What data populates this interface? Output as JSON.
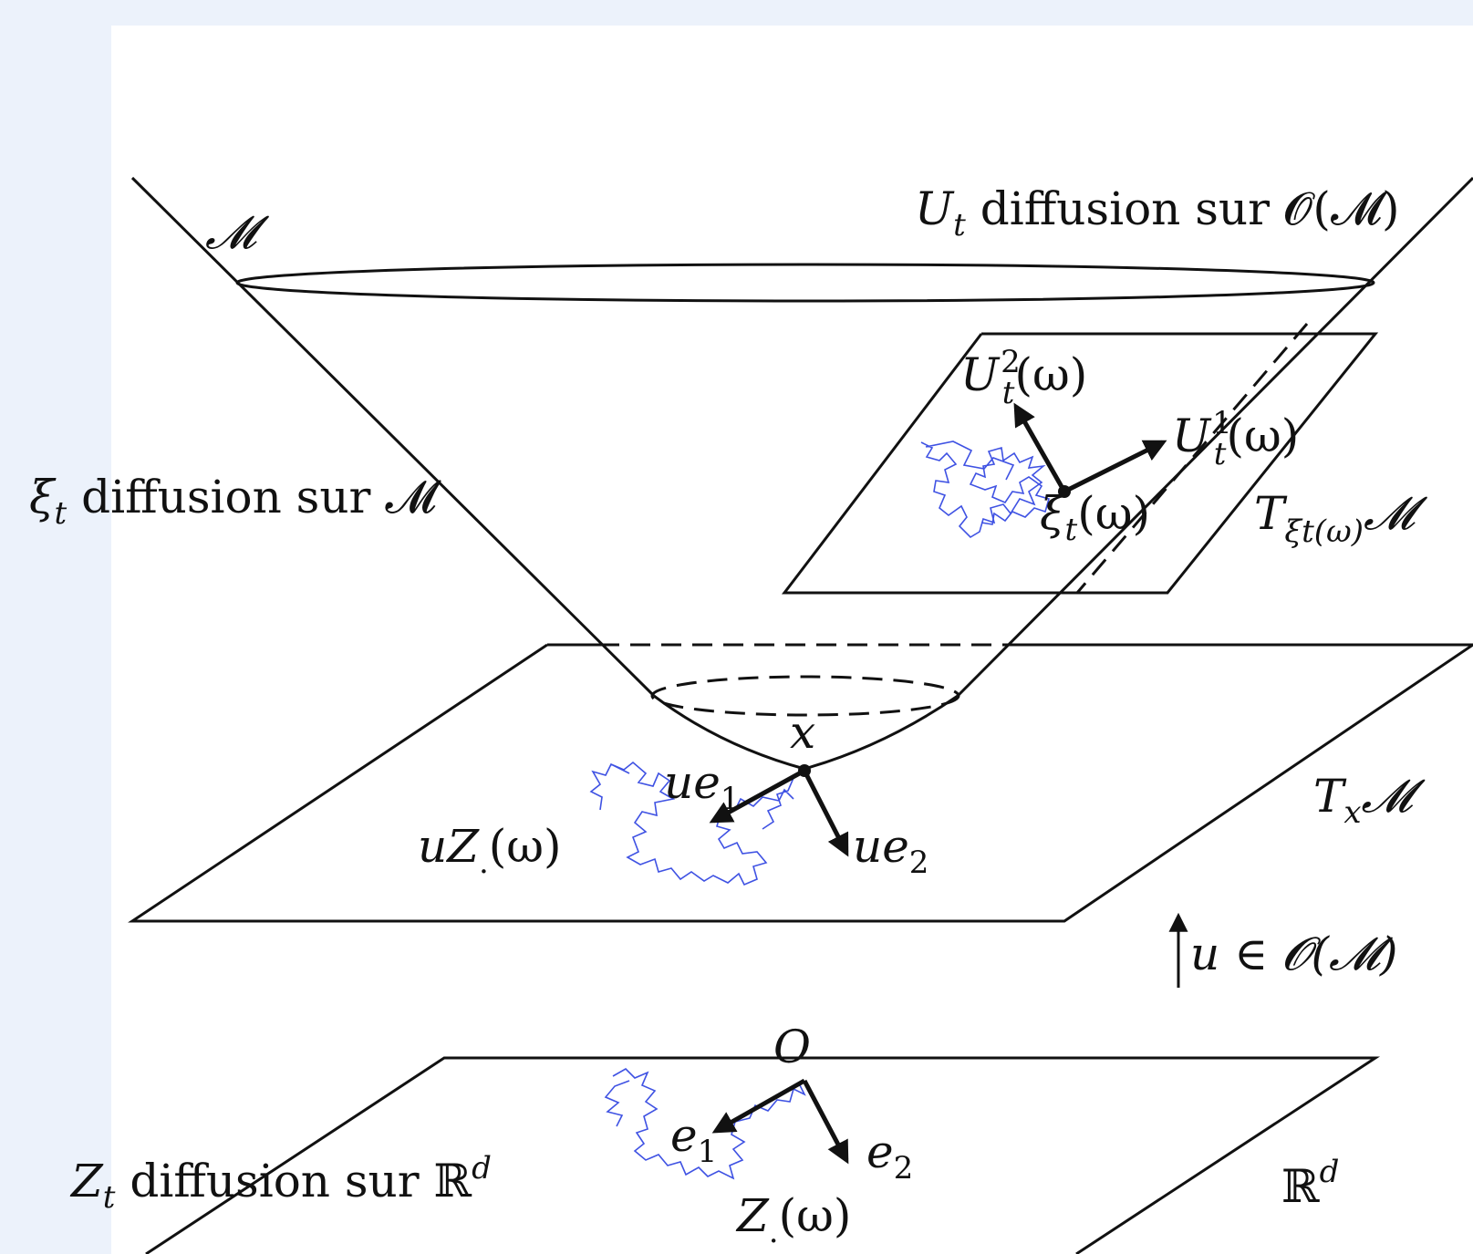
{
  "labels": {
    "manifold": "𝓜",
    "U_diffusion": {
      "sym": "U",
      "sub": "t",
      "text": " diffusion sur 𝓞(𝓜)"
    },
    "xi_diffusion": {
      "sym": "ξ",
      "sub": "t",
      "text": " diffusion sur 𝓜"
    },
    "Z_diffusion": {
      "sym": "Z",
      "sub": "t",
      "text": " diffusion sur ℝ",
      "sup": "d"
    },
    "U2": {
      "sym": "U",
      "sup": "2",
      "sub": "t",
      "text": "(ω)"
    },
    "U1": {
      "sym": "U",
      "sup": "1",
      "sub": "t",
      "text": "(ω)"
    },
    "xi_omega": {
      "sym": "ξ",
      "sub": "t",
      "text": "(ω)"
    },
    "tangent_xi": {
      "sym": "T",
      "sub": "ξt(ω)",
      "text": "𝓜"
    },
    "x": "x",
    "ue1": {
      "sym": "ue",
      "sub": "1"
    },
    "ue2": {
      "sym": "ue",
      "sub": "2"
    },
    "uZ": {
      "sym": "uZ",
      "sub": ".",
      "text": "(ω)"
    },
    "tangent_x": {
      "sym": "T",
      "sub": "x",
      "text": "𝓜"
    },
    "u_in_O": "u ∈ 𝓞(𝓜)",
    "origin": "O",
    "e1": {
      "sym": "e",
      "sub": "1"
    },
    "e2": {
      "sym": "e",
      "sub": "2"
    },
    "Z_omega": {
      "sym": "Z",
      "sub": ".",
      "text": "(ω)"
    },
    "Rd": {
      "sym": "ℝ",
      "sup": "d"
    }
  },
  "colors": {
    "walk": "#2a3fe0",
    "ink": "#111111",
    "frame_bg": "#ecf2fb"
  }
}
